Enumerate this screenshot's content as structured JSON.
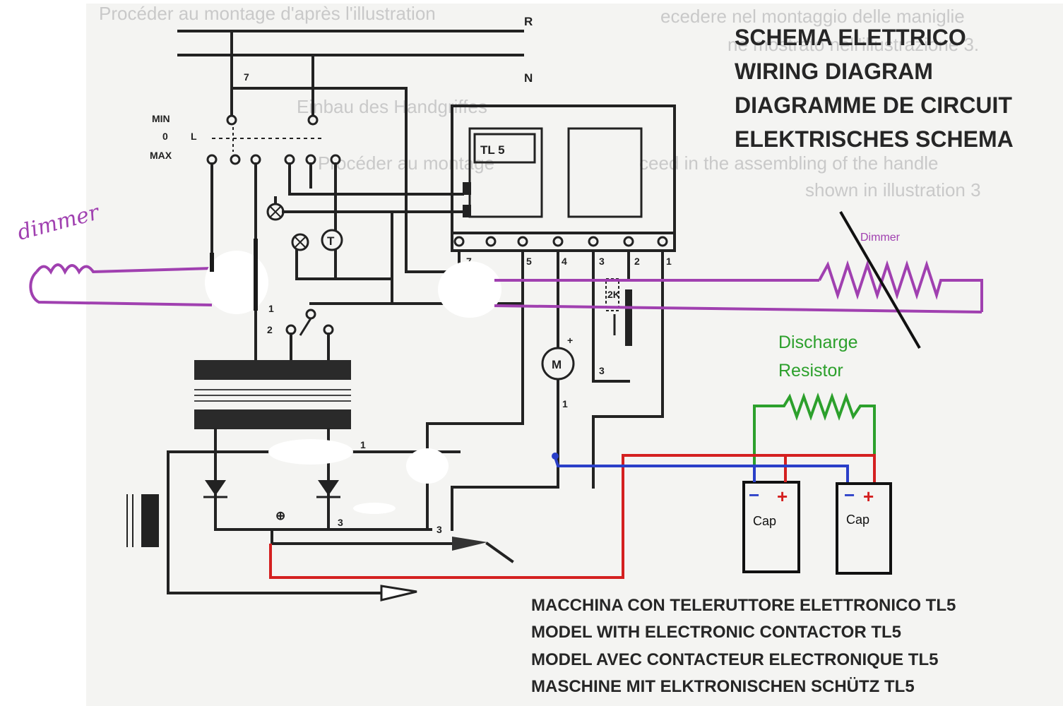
{
  "titles": [
    "SCHEMA ELETTRICO",
    "WIRING DIAGRAM",
    "DIAGRAMME DE CIRCUIT",
    "ELEKTRISCHES SCHEMA"
  ],
  "model_lines": [
    "MACCHINA CON TELERUTTORE ELETTRONICO TL5",
    "MODEL WITH ELECTRONIC CONTACTOR TL5",
    "MODEL AVEC CONTACTEUR ELECTRONIQUE TL5",
    "MASCHINE MIT ELKTRONISCHEN SCHÜTZ TL5"
  ],
  "bleed_through": [
    "ecedere nel montaggio delle maniglie",
    "ne mostrato nell'illustrazione 3.",
    "Procéder au montage d'après l'illustration",
    "Einbau des Handgriffes",
    "Procéder au montage",
    "ceed in the assembling of the handle",
    "shown in illustration 3"
  ],
  "labels": {
    "line_r": "R",
    "line_n": "N",
    "wire_7_top": "7",
    "sw_min": "MIN",
    "sw_0": "0",
    "sw_l": "L",
    "sw_max": "MAX",
    "module": "TL 5",
    "motor": "M",
    "thermo": "T",
    "minus": "⊖",
    "plus": "⊕",
    "sel_1": "1",
    "sel_2": "2",
    "wire_1": "1",
    "wire_3": "3",
    "wire_3b": "3",
    "wire_3c": "3",
    "wire_1b": "1",
    "motor_plus": "+",
    "term_7": "7",
    "term_5": "5",
    "term_4": "4",
    "term_3": "3",
    "term_2": "2",
    "term_1": "1",
    "res_label": "2K"
  },
  "annotations": {
    "handwritten_dimmer": "dimmer",
    "dimmer": "Dimmer",
    "discharge": [
      "Discharge",
      "Resistor"
    ],
    "cap1": "Cap",
    "cap2": "Cap",
    "neg": "−",
    "pos": "+"
  },
  "colors": {
    "dimmer_wire": "#a040b0",
    "positive_wire": "#d42020",
    "negative_wire": "#2a3fc8",
    "discharge_resistor": "#2ca02c"
  }
}
